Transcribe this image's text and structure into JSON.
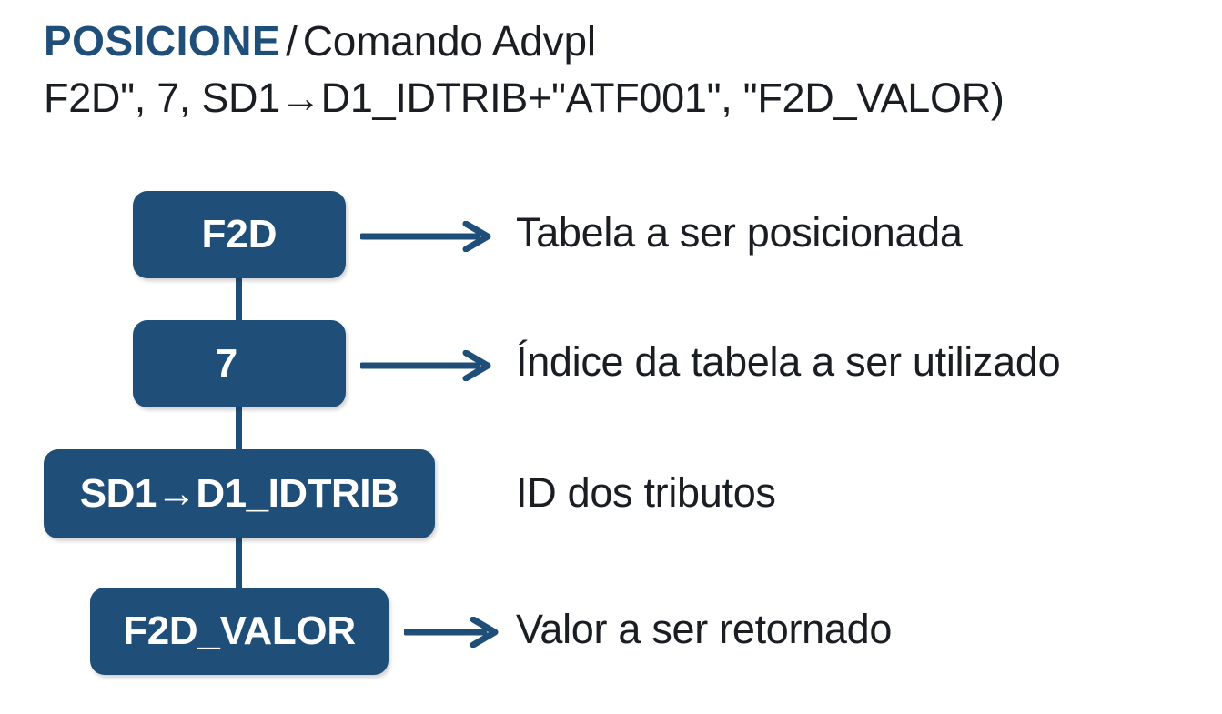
{
  "header": {
    "keyword": "POSICIONE",
    "separator": "/",
    "subject": "Comando Advpl",
    "signature": "F2D\", 7, SD1→D1_IDTRIB+\"ATF001\", \"F2D_VALOR)"
  },
  "colors": {
    "brand_navy": "#1F4E79",
    "text_dark": "#1a1d21",
    "node_text": "#ffffff",
    "background": "#ffffff"
  },
  "diagram": {
    "type": "annotated-parameter-breakdown",
    "nodes": [
      {
        "id": "f2d",
        "label": "F2D",
        "description": "Tabela a ser posicionada",
        "has_arrow": true
      },
      {
        "id": "indice",
        "label": "7",
        "description": "Índice da tabela a ser utilizado",
        "has_arrow": true
      },
      {
        "id": "idtrib",
        "label": "SD1→D1_IDTRIB",
        "description": "ID dos tributos",
        "has_arrow": false
      },
      {
        "id": "f2d-valor",
        "label": "F2D_VALOR",
        "description": "Valor a ser retornado",
        "has_arrow": true
      }
    ]
  }
}
